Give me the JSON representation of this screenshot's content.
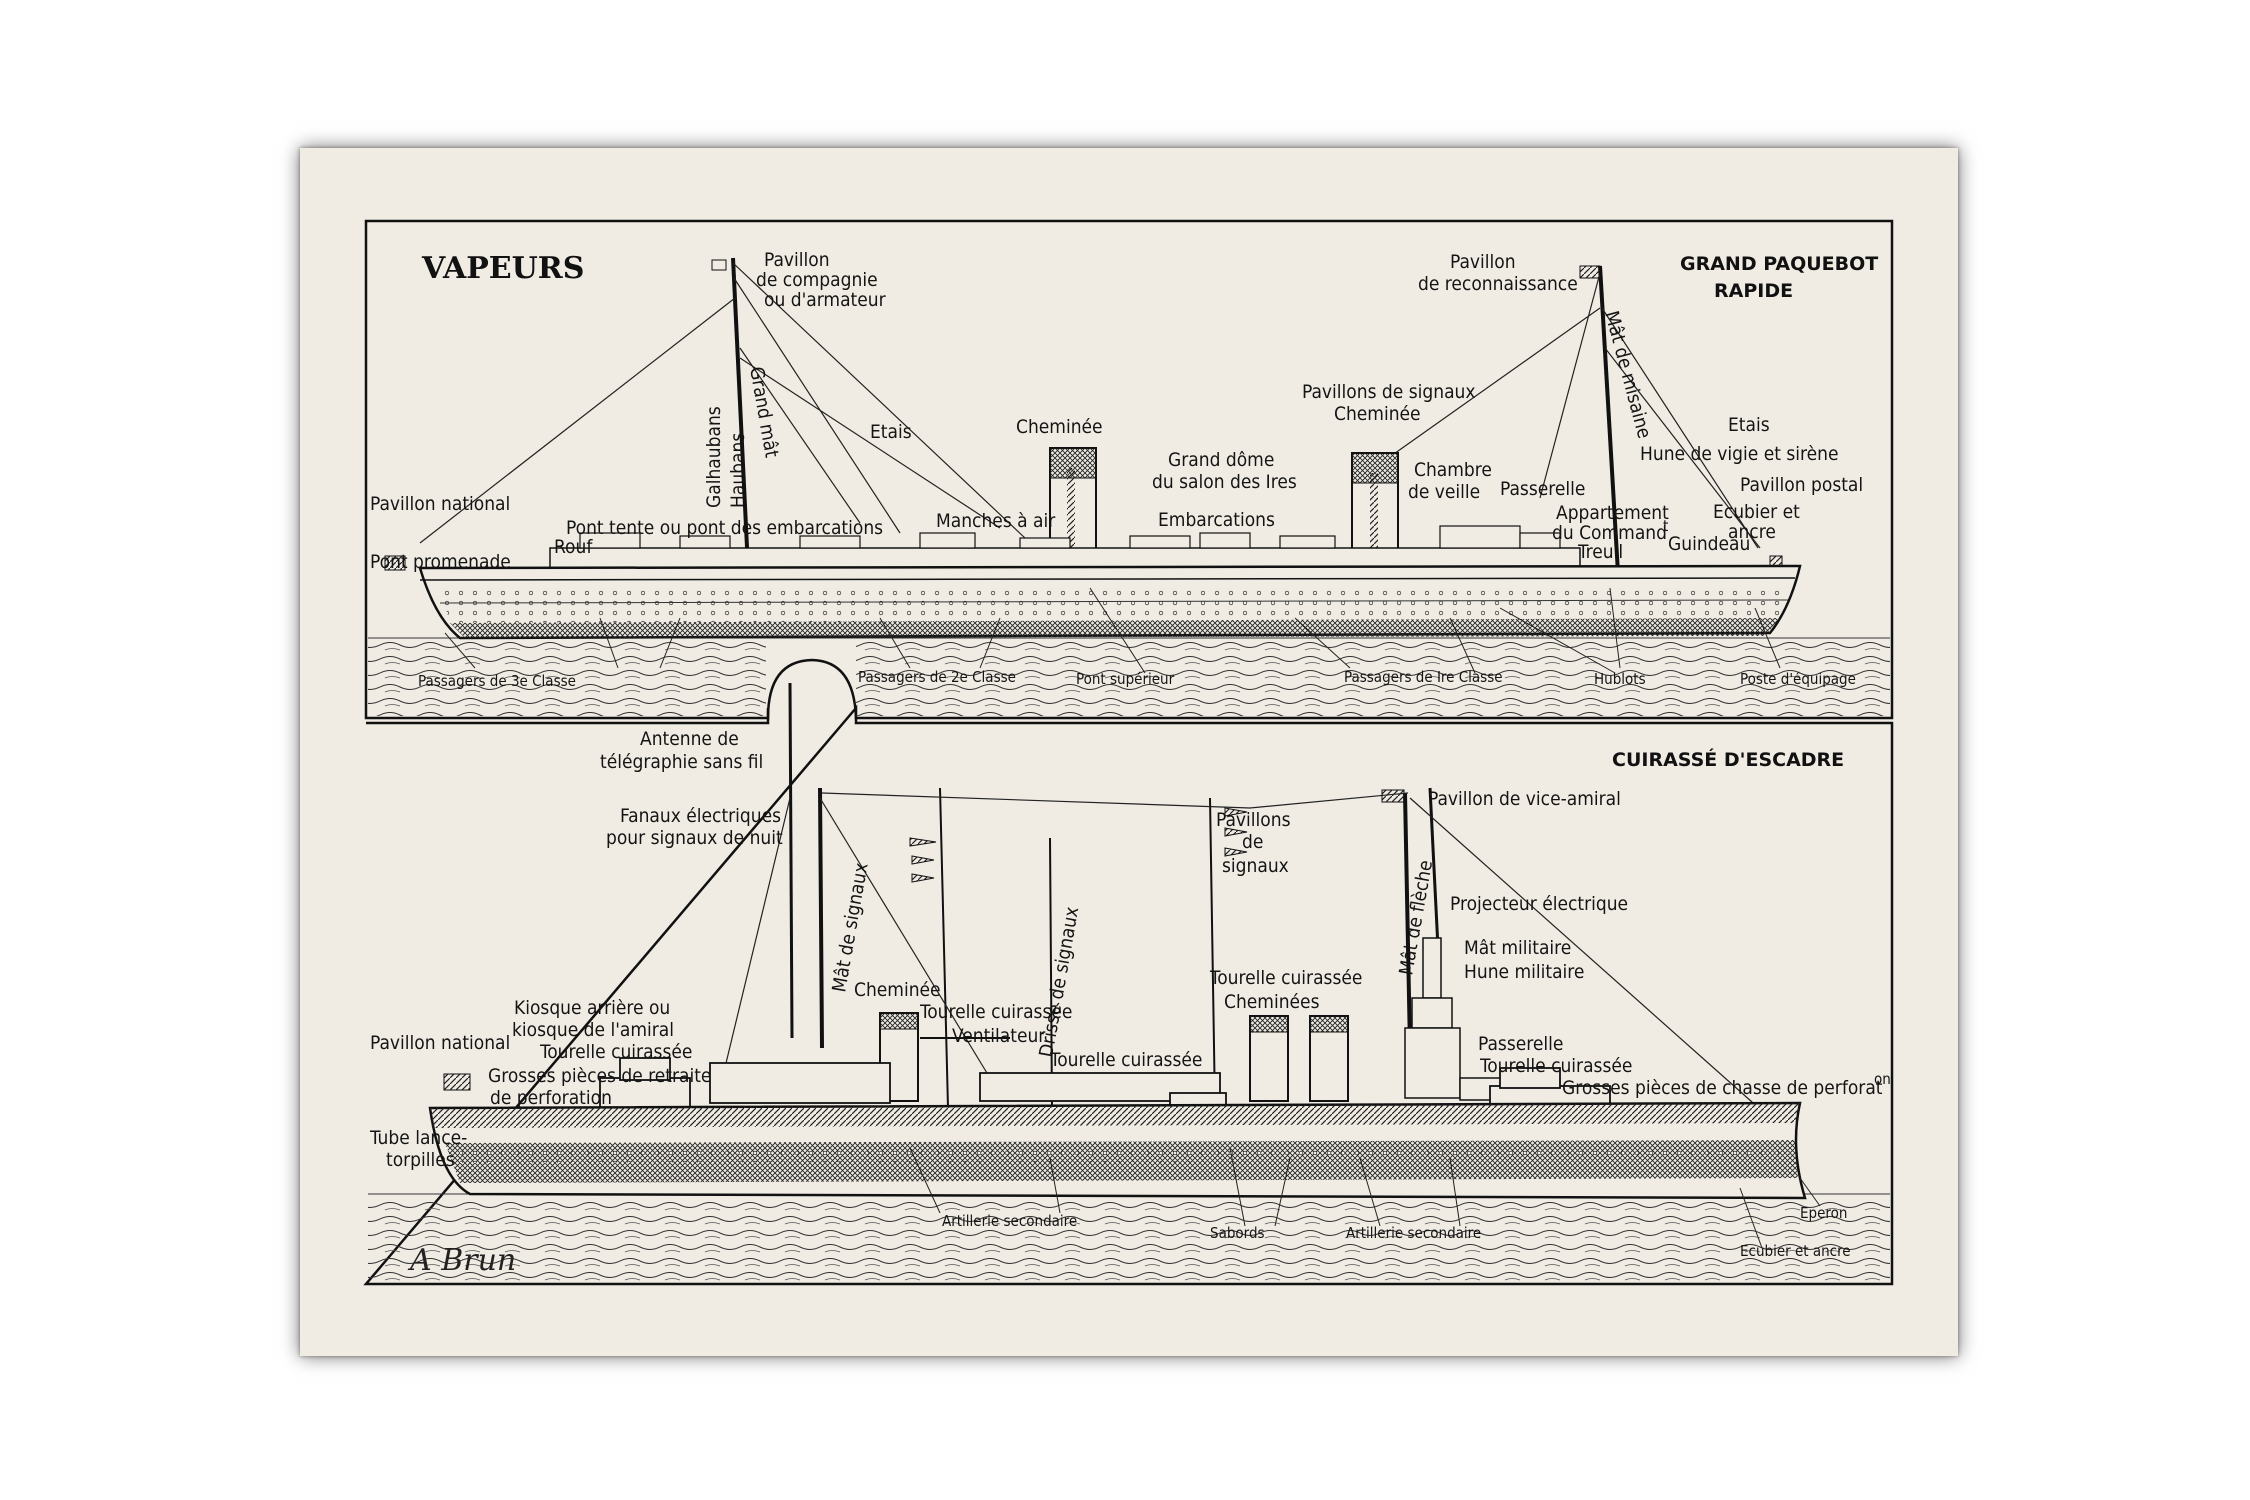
{
  "top_panel": {
    "title": "VAPEURS",
    "subtitle_line1": "GRAND PAQUEBOT",
    "subtitle_line2": "RAPIDE",
    "labels": {
      "pavillon_compagnie_1": "Pavillon",
      "pavillon_compagnie_2": "de compagnie",
      "pavillon_compagnie_3": "ou d'armateur",
      "pavillon_reconnaissance_1": "Pavillon",
      "pavillon_reconnaissance_2": "de reconnaissance",
      "grand_mat": "Grand mât",
      "galhaubans": "Galhaubans",
      "haubans": "Haubans",
      "etais_left": "Etais",
      "etais_right": "Etais",
      "cheminee": "Cheminée",
      "cheminee2": "Cheminée",
      "pavillons_signaux": "Pavillons de signaux",
      "mat_misaine": "Mât de misaine",
      "hune_vigie": "Hune de vigie et sirène",
      "pavillon_postal": "Pavillon postal",
      "grand_dome_1": "Grand dôme",
      "grand_dome_2": "du salon des Ires",
      "chambre_veille_1": "Chambre",
      "chambre_veille_2": "de veille",
      "passerelle": "Passerelle",
      "appartement_1": "Appartement",
      "appartement_2": "du Command",
      "appartement_sup": "t",
      "treuil": "Treuil",
      "ecubier_1": "Ecubier et",
      "ecubier_2": "ancre",
      "guindeau": "Guindeau",
      "pavillon_national": "Pavillon national",
      "pont_tente": "Pont tente ou pont des embarcations",
      "rouf": "Rouf",
      "pont_promenade": "Pont promenade",
      "manches_air": "Manches à air",
      "embarcations": "Embarcations",
      "passagers_3": "Passagers de 3e Classe",
      "passagers_2": "Passagers de 2e Classe",
      "pont_superieur": "Pont supérieur",
      "passagers_1": "Passagers de Ire Classe",
      "hublots": "Hublots",
      "poste_equipage": "Poste d'équipage"
    }
  },
  "bottom_panel": {
    "title": "CUIRASSÉ D'ESCADRE",
    "labels": {
      "antenne_1": "Antenne de",
      "antenne_2": "télégraphie sans fil",
      "fanaux_1": "Fanaux électriques",
      "fanaux_2": "pour signaux de nuit",
      "pavillon_vice_amiral": "Pavillon de vice-amiral",
      "mat_signaux": "Mât de signaux",
      "drisse_signaux": "Drisse de signaux",
      "pavillons_signaux_1": "Pavillons",
      "pavillons_signaux_2": "de",
      "pavillons_signaux_3": "signaux",
      "mat_fleche": "Mât de flèche",
      "projecteur": "Projecteur électrique",
      "mat_militaire": "Mât militaire",
      "hune_militaire": "Hune militaire",
      "cheminee": "Cheminée",
      "tourelle_1": "Tourelle cuirassée",
      "ventilateur": "Ventilateur",
      "tourelle_2": "Tourelle cuirassée",
      "cheminees": "Cheminées",
      "tourelle_3": "Tourelle cuirassée",
      "kiosque_1": "Kiosque arrière ou",
      "kiosque_2": "kiosque de l'amiral",
      "tourelle_4": "Tourelle cuirassée",
      "passerelle": "Passerelle",
      "tourelle_5": "Tourelle cuirassée",
      "pavillon_national": "Pavillon national",
      "grosses_retraite_1": "Grosses pièces de retraite",
      "grosses_retraite_2": "de perforation",
      "grosses_chasse": "Grosses pièces de chasse de perforat",
      "grosses_chasse_sup": "on",
      "tube_1": "Tube lance-",
      "tube_2": "torpilles",
      "artillerie_1": "Artillerie secondaire",
      "sabords": "Sabords",
      "artillerie_2": "Artillerie secondaire",
      "eperon": "Eperon",
      "ecubier": "Ecubier et ancre"
    },
    "signature": "A  Brun"
  },
  "colors": {
    "paper": "#f0ece4",
    "ink": "#141414",
    "page_bg": "#ffffff"
  }
}
